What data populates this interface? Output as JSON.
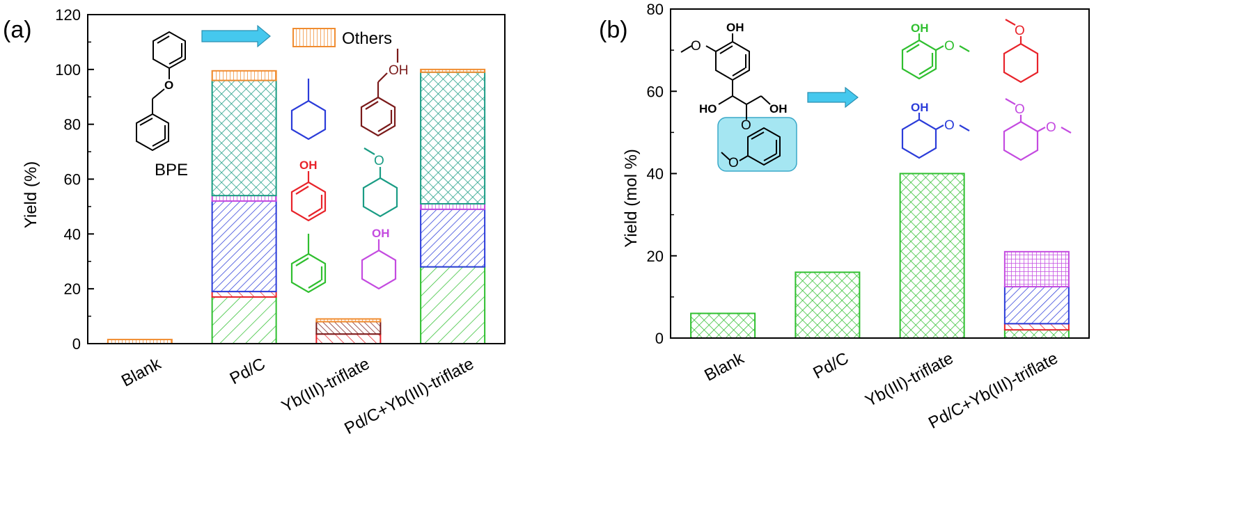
{
  "panel_labels": [
    "(a)",
    "(b)"
  ],
  "chart_data": [
    {
      "type": "bar",
      "stacked": true,
      "title": "",
      "xlabel": "",
      "ylabel": "Yield (%)",
      "ylim": [
        0,
        120
      ],
      "yticks": [
        0,
        20,
        40,
        60,
        80,
        100,
        120
      ],
      "categories": [
        "Blank",
        "Pd/C",
        "Yb(III)-triflate",
        "Pd/C+Yb(III)-triflate"
      ],
      "series": [
        {
          "key": "toluene",
          "color": "#2fbf2f",
          "pattern": "diag-right",
          "values": [
            0,
            17,
            0,
            28
          ]
        },
        {
          "key": "phenol",
          "color": "#e8232a",
          "pattern": "diag-left",
          "values": [
            0,
            2,
            3.5,
            0
          ]
        },
        {
          "key": "methylcyclohexane",
          "color": "#2b3cd9",
          "pattern": "diag-right-dense",
          "values": [
            0,
            33,
            0,
            21
          ]
        },
        {
          "key": "cyclohexanol",
          "color": "#c44be0",
          "pattern": "vertical",
          "values": [
            0,
            2,
            0,
            2
          ]
        },
        {
          "key": "methoxycyclohexane",
          "color": "#1a9c84",
          "pattern": "cross",
          "values": [
            0,
            42,
            0,
            48
          ]
        },
        {
          "key": "benzyl-methyl-ether",
          "color": "#7a1a1a",
          "pattern": "diag-left-dense",
          "values": [
            0,
            0,
            4.5,
            0
          ]
        },
        {
          "key": "others",
          "color": "#f08c30",
          "pattern": "vertical",
          "values": [
            1.5,
            3.5,
            1,
            1
          ]
        }
      ],
      "legend": {
        "label": "Others",
        "placement": "top"
      },
      "annotations": [
        "BPE"
      ],
      "structure_text": [
        "O",
        "OH",
        "O",
        "OH"
      ],
      "structure_keys": [
        "benzyl-phenyl-ether",
        "methylcyclohexane",
        "benzyl-methyl-ether",
        "phenol",
        "methoxycyclohexane",
        "toluene",
        "cyclohexanol"
      ]
    },
    {
      "type": "bar",
      "stacked": true,
      "title": "",
      "xlabel": "",
      "ylabel": "Yield (mol %)",
      "ylim": [
        0,
        80
      ],
      "yticks": [
        0,
        20,
        40,
        60,
        80
      ],
      "categories": [
        "Blank",
        "Pd/C",
        "Yb(III)-triflate",
        "Pd/C+Yb(III)-triflate"
      ],
      "series": [
        {
          "key": "guaiacol",
          "color": "#2fbf2f",
          "pattern": "cross",
          "values": [
            6,
            16,
            40,
            2
          ]
        },
        {
          "key": "methoxycyclohexane",
          "color": "#e8232a",
          "pattern": "diag-left",
          "values": [
            0,
            0,
            0,
            1.5
          ]
        },
        {
          "key": "2-methoxycyclohexanol",
          "color": "#2b3cd9",
          "pattern": "diag-right-dense",
          "values": [
            0,
            0,
            0,
            9
          ]
        },
        {
          "key": "1,2-dimethoxycyclohexane",
          "color": "#c44be0",
          "pattern": "grid",
          "values": [
            0,
            0,
            0,
            8.5
          ]
        }
      ],
      "structure_text": [
        "OH",
        "HO",
        "OH",
        "O",
        "O",
        "OH",
        "O",
        "OH",
        "O",
        "O",
        "O"
      ],
      "structure_keys": [
        "lignin-dimer",
        "guaiacol",
        "methoxycyclohexane",
        "2-methoxycyclohexanol",
        "1,2-dimethoxycyclohexane"
      ]
    }
  ],
  "colors": {
    "arrow": "#45c8ee",
    "highlight": "#a5e6f2",
    "axis": "#000000"
  }
}
